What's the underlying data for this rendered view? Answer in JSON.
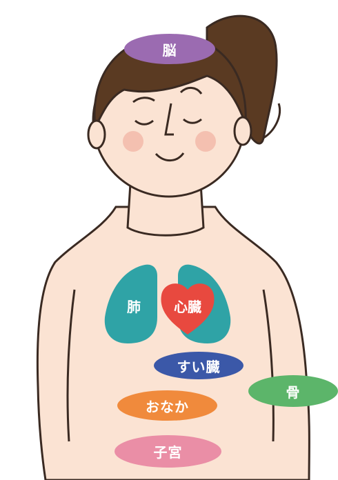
{
  "labels": {
    "brain": "脳",
    "lungs": "肺",
    "heart": "心臓",
    "pancreas": "すい臓",
    "bone": "骨",
    "belly": "おなか",
    "uterus": "子宮"
  },
  "colors": {
    "brain": "#9b6bb1",
    "lungs": "#2fa3a6",
    "heart": "#e8493f",
    "pancreas": "#3b58a8",
    "bone": "#5cb56a",
    "belly": "#f08a3c",
    "uterus": "#ea8ea6",
    "skin": "#fbe3d3",
    "hair": "#5a3a22",
    "outline": "#3a2a22"
  }
}
